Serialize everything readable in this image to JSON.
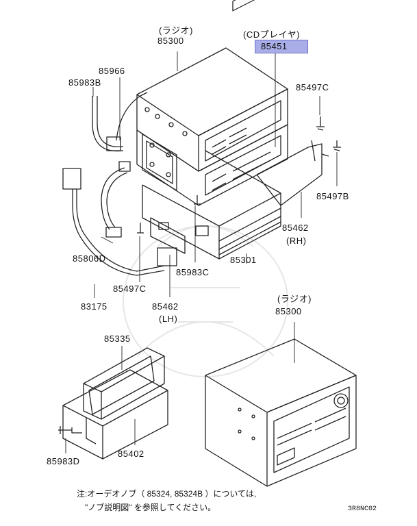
{
  "labels": {
    "radio_top_jp": "(ラジオ)",
    "radio_top_no": "85300",
    "cd_player_jp": "(CDプレイヤ)",
    "cd_player_no": "85451",
    "p85966": "85966",
    "p85983b": "85983B",
    "p85497c_top": "85497C",
    "p85497b": "85497B",
    "p85462_rh": "85462",
    "rh": "(RH)",
    "p85806d": "85806D",
    "p85301": "85301",
    "p85983c": "85983C",
    "p85497c_bottom": "85497C",
    "p83175": "83175",
    "p85462_lh": "85462",
    "lh": "(LH)",
    "radio_bottom_jp": "(ラジオ)",
    "radio_bottom_no": "85300",
    "p85335": "85335",
    "p85402": "85402",
    "p85983d": "85983D"
  },
  "note": {
    "line1": "注:オーデオノブ（ 85324, 85324B ）については,",
    "line2": "\"ノブ説明図\" を参照してください。"
  },
  "diagram_code": "3R8NC02",
  "colors": {
    "highlight": "#a9aee9",
    "line": "#222222"
  }
}
